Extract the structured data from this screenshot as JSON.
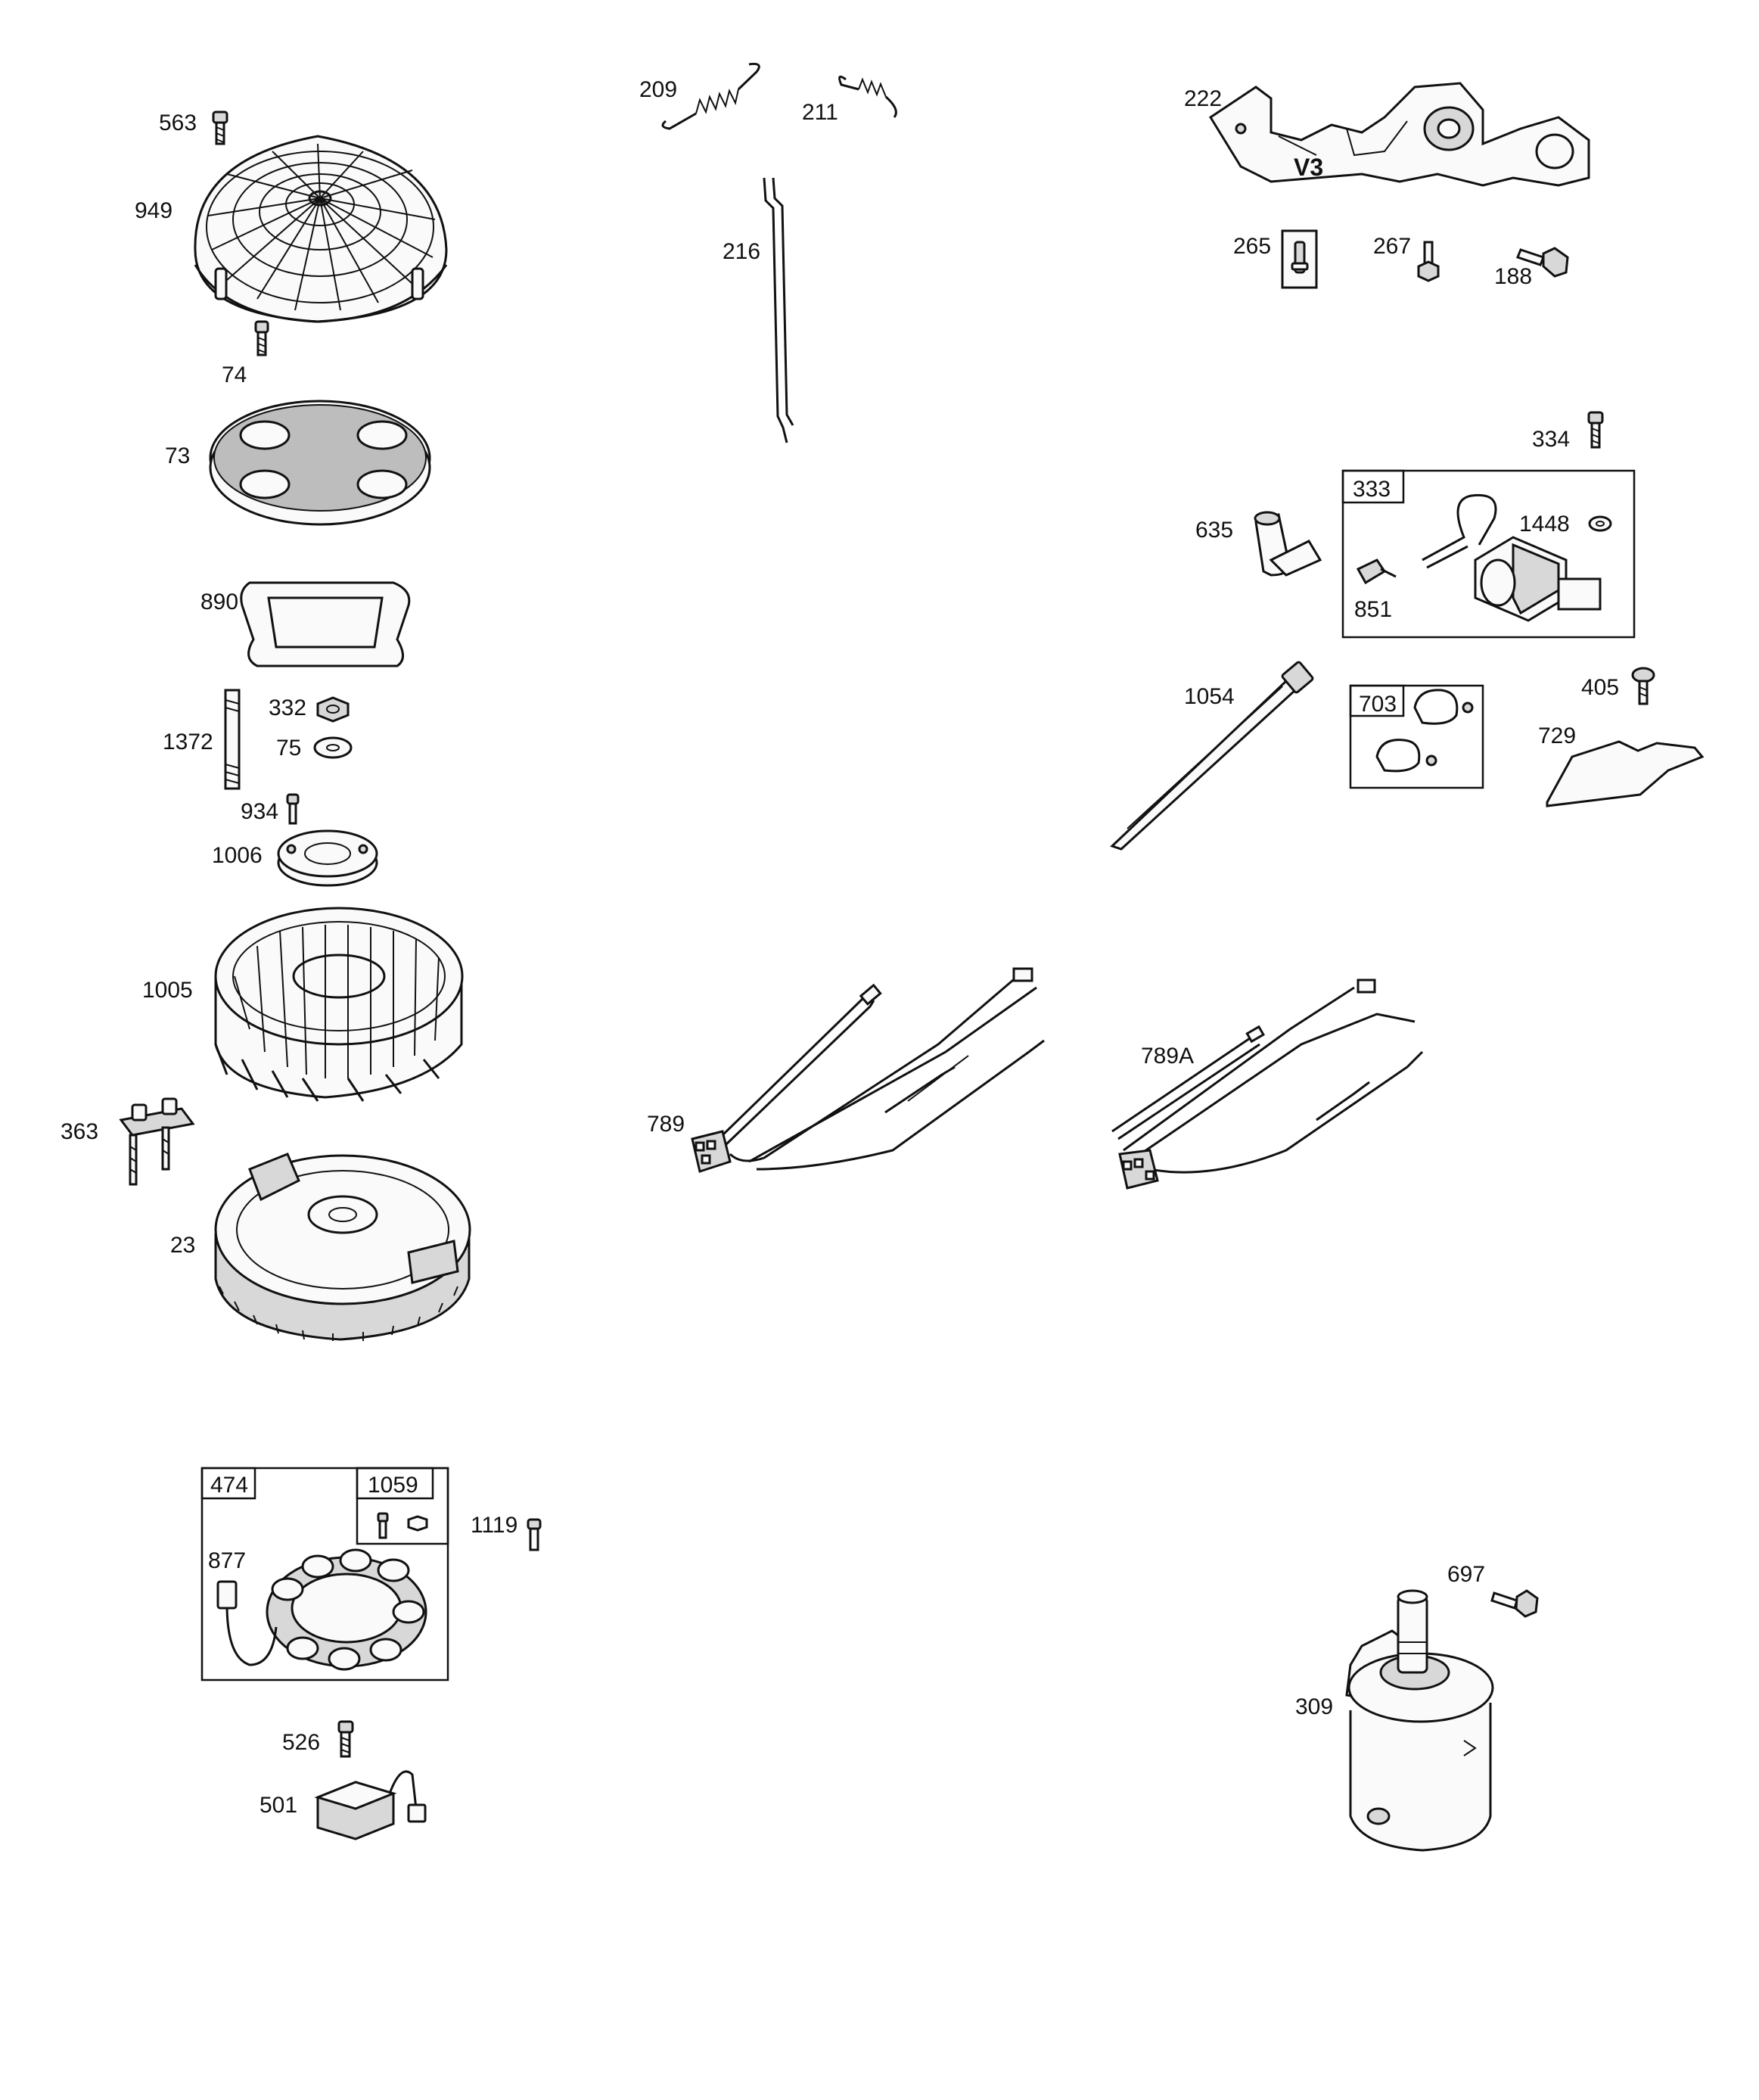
{
  "parts": {
    "p563": "563",
    "p949": "949",
    "p74": "74",
    "p73": "73",
    "p890": "890",
    "p332": "332",
    "p75": "75",
    "p1372": "1372",
    "p934": "934",
    "p1006": "1006",
    "p1005": "1005",
    "p363": "363",
    "p23": "23",
    "p474": "474",
    "p1059": "1059",
    "p1119": "1119",
    "p877": "877",
    "p526": "526",
    "p501": "501",
    "p209": "209",
    "p211": "211",
    "p216": "216",
    "p789": "789",
    "p222": "222",
    "p265": "265",
    "p267": "267",
    "p188": "188",
    "p334": "334",
    "p333": "333",
    "p635": "635",
    "p1448": "1448",
    "p851": "851",
    "p1054": "1054",
    "p703": "703",
    "p405": "405",
    "p729": "729",
    "p789a": "789A",
    "p697": "697",
    "p309": "309"
  },
  "bracket_marking": "V3"
}
